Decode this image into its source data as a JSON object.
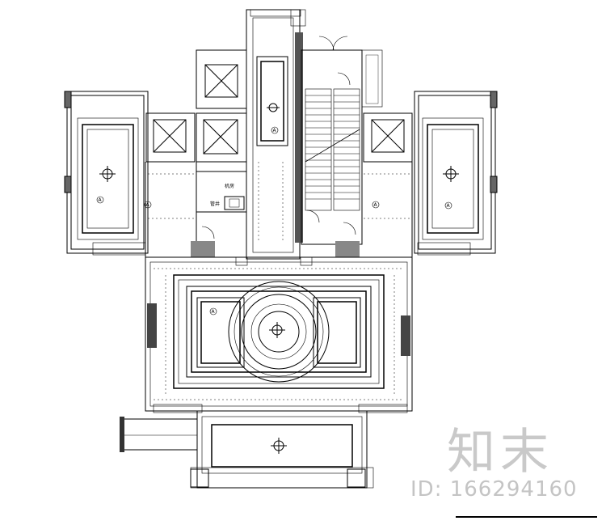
{
  "drawing": {
    "title": "",
    "room_labels": {
      "left_tag": "A",
      "right_tag": "A",
      "center_tag": "A",
      "center_left_tag": "A",
      "hall_tag_left": "A",
      "hall_tag_right": "A",
      "small_room_label": "机房",
      "equipment_label": "管井"
    },
    "watermark": {
      "logo": "知末",
      "id_text": "ID: 166294160"
    }
  }
}
